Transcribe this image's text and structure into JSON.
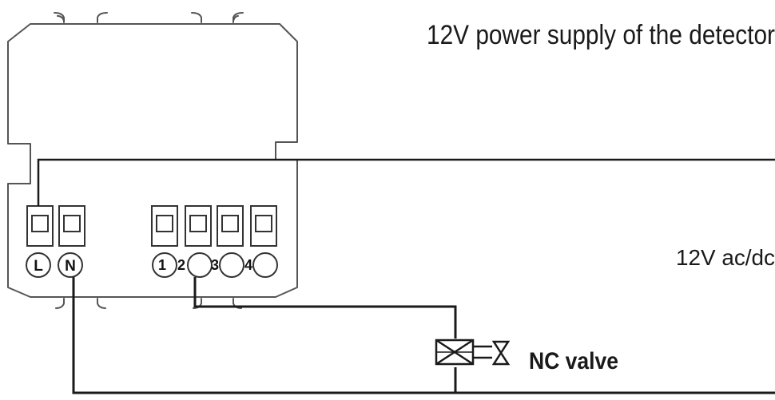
{
  "texts": {
    "power_label": "12V power supply of the detector",
    "voltage_label": "12V ac/dc",
    "valve_label": "NC valve"
  },
  "terminals": [
    {
      "id": "L",
      "label": "L"
    },
    {
      "id": "N",
      "label": "N"
    },
    {
      "id": "t1",
      "label": "1"
    },
    {
      "id": "t2",
      "label": "2"
    },
    {
      "id": "t3",
      "label": "3"
    },
    {
      "id": "t4",
      "label": "4"
    }
  ],
  "colors": {
    "line": "#1a1a1a",
    "outline": "#555555",
    "background": "#ffffff"
  }
}
